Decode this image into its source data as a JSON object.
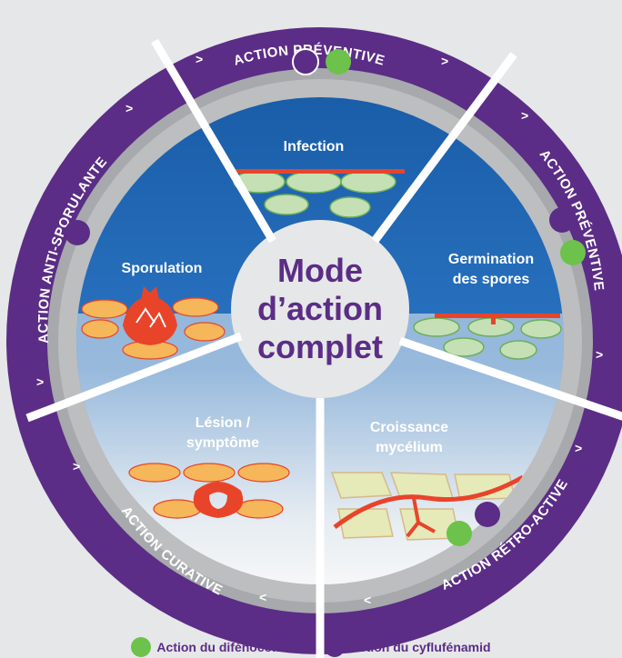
{
  "diagram": {
    "center": {
      "line1": "Mode",
      "line2": "d’action",
      "line3": "complet"
    },
    "stages": {
      "infection": "Infection",
      "germination1": "Germination",
      "germination2": "des spores",
      "croissance1": "Croissance",
      "croissance2": "mycélium",
      "lesion1": "Lésion /",
      "lesion2": "symptôme",
      "sporulation": "Sporulation"
    },
    "ring_labels": {
      "top": "ACTION PRÉVENTIVE",
      "right": "ACTION PRÉVENTIVE",
      "bottom_right": "ACTION RÉTRO-ACTIVE",
      "bottom_left": "ACTION CURATIVE",
      "left": "ACTION ANTI-SPORULANTE"
    },
    "legend": {
      "difenoconazole": {
        "label": "Action du difénoconazole",
        "color": "#6cc24a"
      },
      "cyflufenamid": {
        "label": "Action du cyflufénamid",
        "color": "#5b2d86"
      }
    },
    "colors": {
      "ring": "#5b2d86",
      "inner_ring": "#a7a9ac",
      "sky": "#1a5da8",
      "lesion": "#e8442a",
      "cells_green": "#c4e0b4",
      "cells_orange": "#f6b65a"
    }
  }
}
